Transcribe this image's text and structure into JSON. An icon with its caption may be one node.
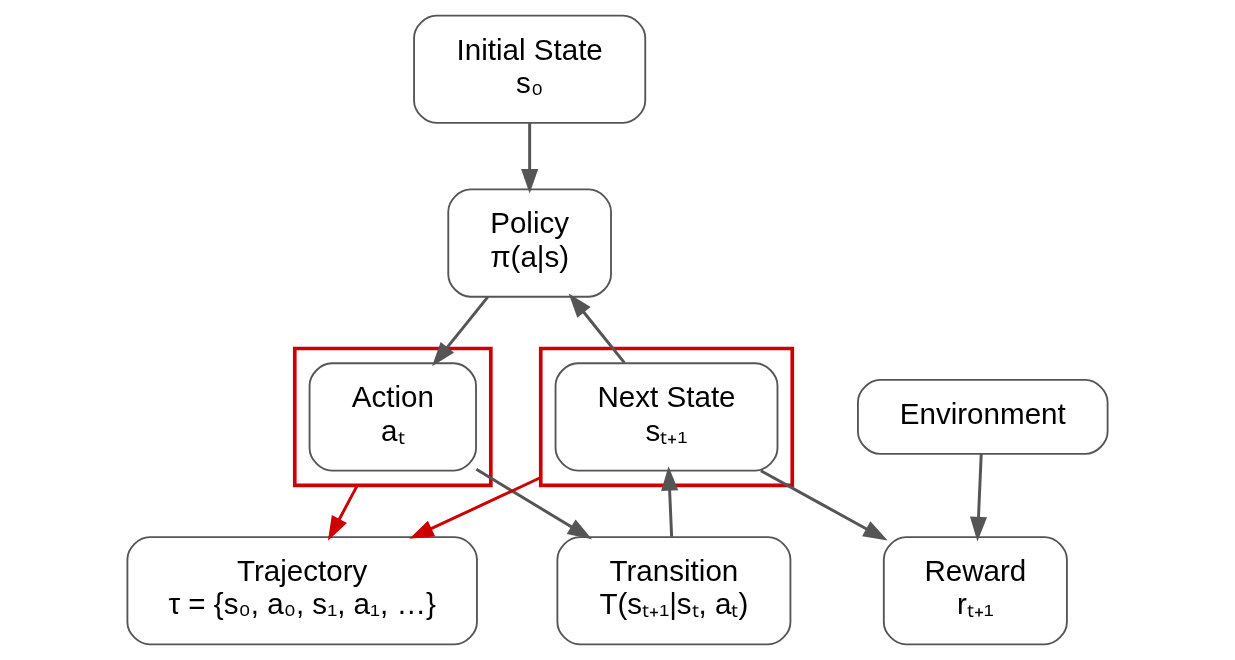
{
  "diagram": {
    "nodes": [
      {
        "text": [
          "Initial State",
          "s₀"
        ]
      },
      {
        "text": [
          "Policy",
          "π(a|s)"
        ]
      },
      {
        "text": [],
        "shape": "box"
      },
      {
        "text": [
          "Action",
          "aₜ"
        ],
        "in": 2
      },
      {
        "text": [],
        "shape": "box"
      },
      {
        "text": [
          "Next State",
          "sₜ₊₁"
        ],
        "in": 4
      },
      {
        "text": [
          "Transition",
          "T(sₜ₊₁|sₜ, aₜ)"
        ]
      },
      {
        "text": [
          "Environment"
        ]
      },
      {
        "text": [
          "Reward",
          "rₜ₊₁"
        ]
      },
      {
        "text": [
          "Trajectory",
          "τ = {s₀, a₀, s₁, a₁, …}"
        ]
      }
    ],
    "edges": [
      {
        "from": 0,
        "to": 1,
        "arrow": "to"
      },
      {
        "from": 1,
        "to": 3,
        "arrow": "to"
      },
      {
        "from": 3,
        "to": 6,
        "arrow": "to"
      },
      {
        "from": 6,
        "to": 5,
        "arrow": "to"
      },
      {
        "from": 5,
        "to": 1,
        "arrow": "to"
      },
      {
        "from": 5,
        "to": 8,
        "arrow": "to"
      },
      {
        "from": 7,
        "to": 8,
        "arrow": "to"
      },
      {
        "from": 2,
        "to": 9,
        "arrow": "to",
        "color": "#cc0000"
      },
      {
        "from": 4,
        "to": 9,
        "arrow": "to",
        "color": "#cc0000"
      }
    ]
  }
}
